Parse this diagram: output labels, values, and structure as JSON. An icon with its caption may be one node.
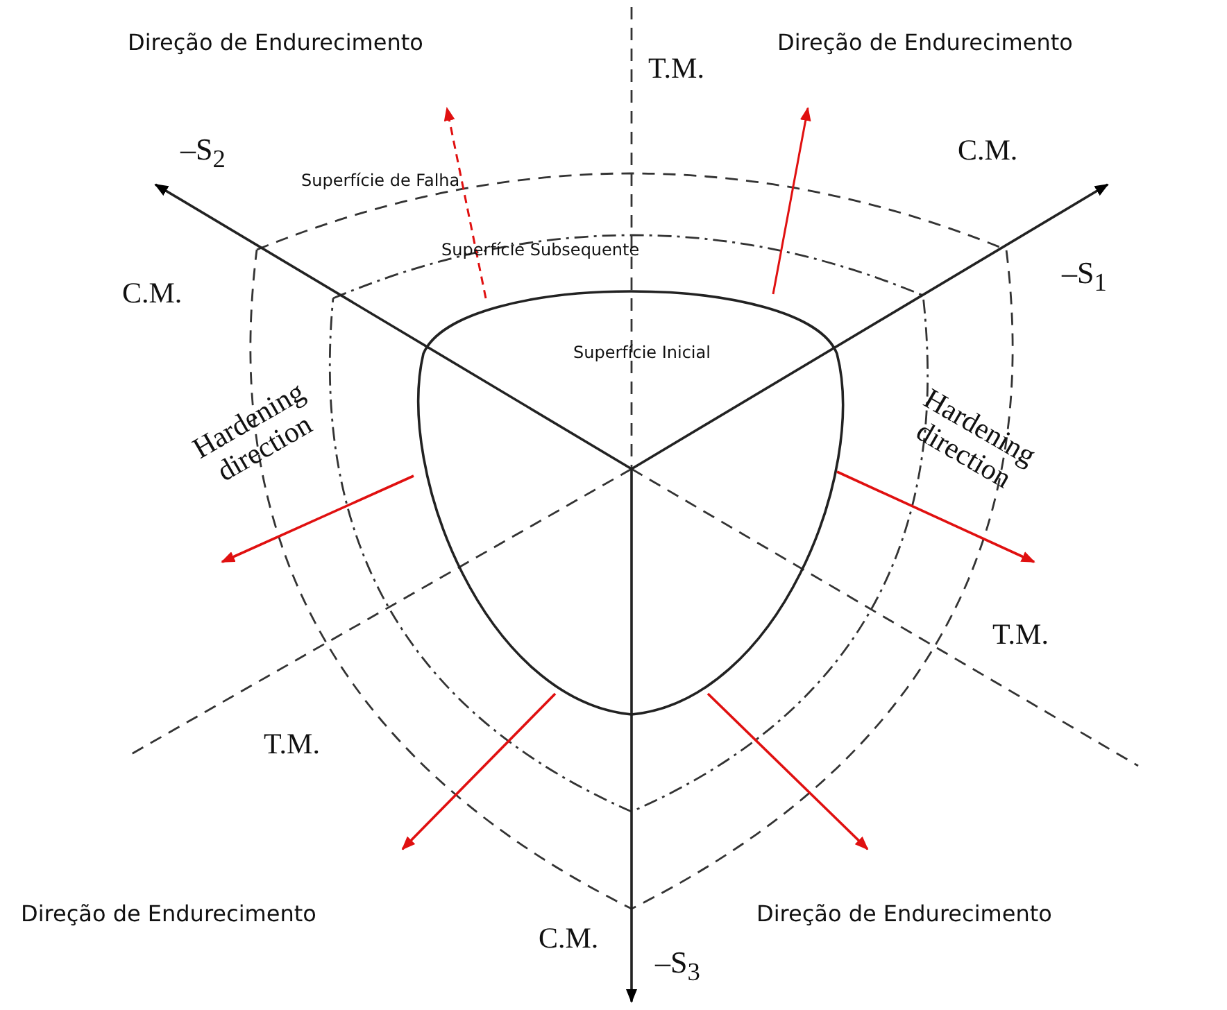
{
  "diagram": {
    "labels": [
      "Direção de Endurecimento",
      "T.M.",
      "Direção de Endurecimento",
      "–S$_{2}$",
      "C.M.",
      "Superfície de Falha",
      "Superfície Subsequente",
      "–S$_{1}$",
      "C.M.",
      "Superfície Inicial",
      "Hardening direction",
      "Hardening direction",
      "T.M.",
      "T.M.",
      "Direção de Endurecimento",
      "C.M.",
      "–S$_{3}$",
      "Direção de Endurecimento"
    ]
  }
}
